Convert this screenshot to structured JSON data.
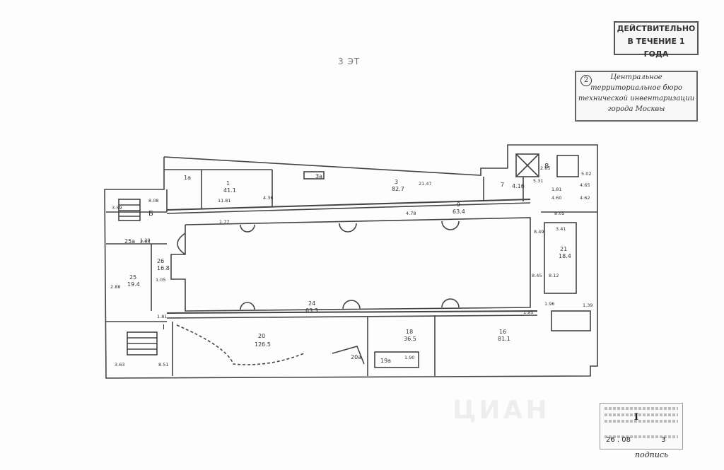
{
  "stamp_valid": {
    "line1": "ДЕЙСТВИТЕЛЬНО",
    "line2": "В ТЕЧЕНИЕ 1 ГОДА"
  },
  "stamp_bureau": {
    "number": "2",
    "line1": "Центральное",
    "line2": "территориальное бюро",
    "line3": "технической инвентаризации",
    "line4": "города Москвы"
  },
  "floor_label": "3 ЭТ",
  "rooms": [
    {
      "id": "1a",
      "label": "1а"
    },
    {
      "id": "1",
      "label": "1",
      "area": "41.1"
    },
    {
      "id": "3a",
      "label": "3а"
    },
    {
      "id": "3",
      "label": "3",
      "area": "82.7"
    },
    {
      "id": "7",
      "label": "7",
      "area": "4.16"
    },
    {
      "id": "8",
      "label": "8"
    },
    {
      "id": "9",
      "label": "9",
      "area": "63.4"
    },
    {
      "id": "B",
      "label": "Б"
    },
    {
      "id": "25a",
      "label": "25а"
    },
    {
      "id": "26",
      "label": "26",
      "area": "16.8"
    },
    {
      "id": "25",
      "label": "25",
      "area": "19.4"
    },
    {
      "id": "24",
      "label": "24",
      "area": "63.3"
    },
    {
      "id": "21",
      "label": "21",
      "area": "18.4"
    },
    {
      "id": "20",
      "label": "20",
      "area": "126.5"
    },
    {
      "id": "20a",
      "label": "20а"
    },
    {
      "id": "18",
      "label": "18",
      "area": "36.5"
    },
    {
      "id": "19a",
      "label": "19а"
    },
    {
      "id": "16",
      "label": "16",
      "area": "81.1"
    },
    {
      "id": "I",
      "label": "I"
    }
  ],
  "dimensions": [
    "11.81",
    "4.36",
    "21.47",
    "5.31",
    "2.65",
    "5.02",
    "4.65",
    "1.81",
    "4.60",
    "4.62",
    "8.08",
    "3.59",
    "1.77",
    "4.78",
    "2.04",
    "8.05",
    "3.41",
    "8.49",
    "8.45",
    "8.12",
    "1.96",
    "1.95",
    "1.39",
    "1.81",
    "8.51",
    "3.63",
    "1.05",
    "2.88",
    "1.90",
    "1.20"
  ],
  "bottom_stamp": {
    "mark": "I",
    "date": "26 . 08",
    "page": "3"
  },
  "signature": "подпись",
  "watermark": "ЦИАН"
}
